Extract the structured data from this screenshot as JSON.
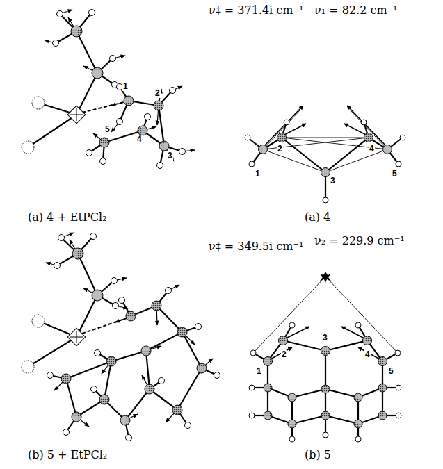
{
  "diagram": {
    "labels": [
      "ν‡ = 371.4i cm⁻¹",
      "ν₁ = 82.2 cm⁻¹",
      "1",
      "2",
      "3",
      "4",
      "5",
      "1",
      "2",
      "3",
      "4",
      "5",
      "(a) 4 + EtPCl₂",
      "(a) 4",
      "ν‡ = 349.5i cm⁻¹",
      "ν₂ = 229.9 cm⁻¹",
      "1",
      "2",
      "3",
      "4",
      "5",
      "(b) 5 + EtPCl₂",
      "(b) 5"
    ]
  }
}
